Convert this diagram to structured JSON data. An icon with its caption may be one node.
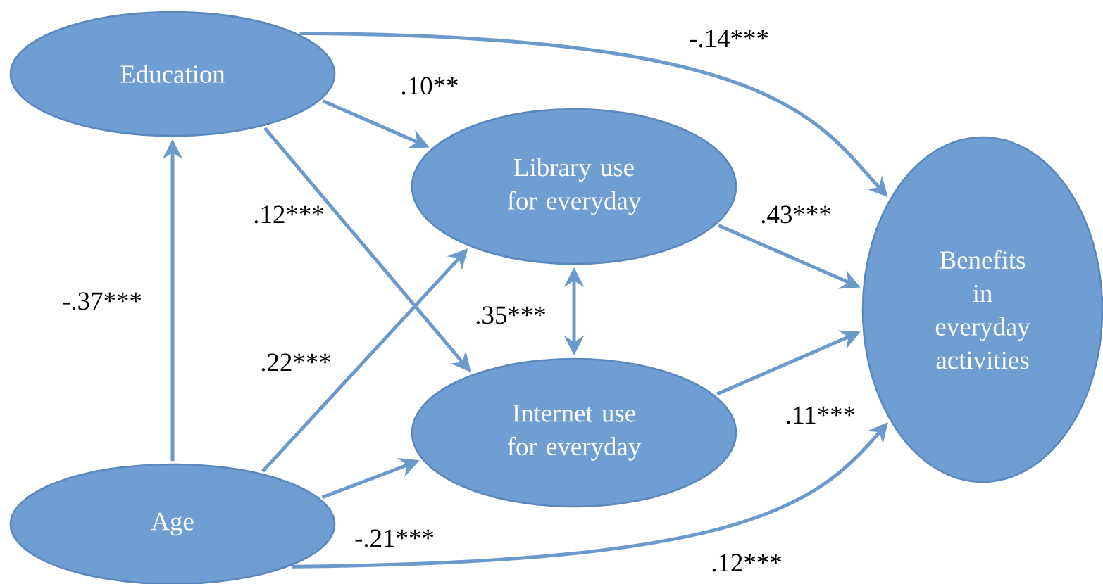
{
  "diagram": {
    "nodes": [
      {
        "text": [
          "Education"
        ]
      },
      {
        "text": [
          "Library use for everyday"
        ]
      },
      {
        "text": [
          "Benefits in everyday activities"
        ]
      },
      {
        "text": [
          "Internet use for everyday"
        ]
      },
      {
        "text": [
          "Age"
        ]
      }
    ],
    "edges": [
      {
        "from": 4,
        "to": 0,
        "arrow": "to",
        "label": "-.37***"
      },
      {
        "from": 0,
        "to": 1,
        "arrow": "to",
        "label": ".10**"
      },
      {
        "from": 0,
        "to": 3,
        "arrow": "to",
        "label": ".12***"
      },
      {
        "from": 0,
        "to": 2,
        "arrow": "to",
        "label": "-.14***"
      },
      {
        "from": 4,
        "to": 1,
        "arrow": "to",
        "label": ".22***"
      },
      {
        "from": 4,
        "to": 3,
        "arrow": "to",
        "label": "-.21***"
      },
      {
        "from": 4,
        "to": 2,
        "arrow": "to",
        "label": ".12***"
      },
      {
        "from": 1,
        "to": 3,
        "arrow": "both",
        "label": ".35***"
      },
      {
        "from": 1,
        "to": 2,
        "arrow": "to",
        "label": ".43***"
      },
      {
        "from": 3,
        "to": 2,
        "arrow": "to",
        "label": ".11***"
      }
    ]
  }
}
